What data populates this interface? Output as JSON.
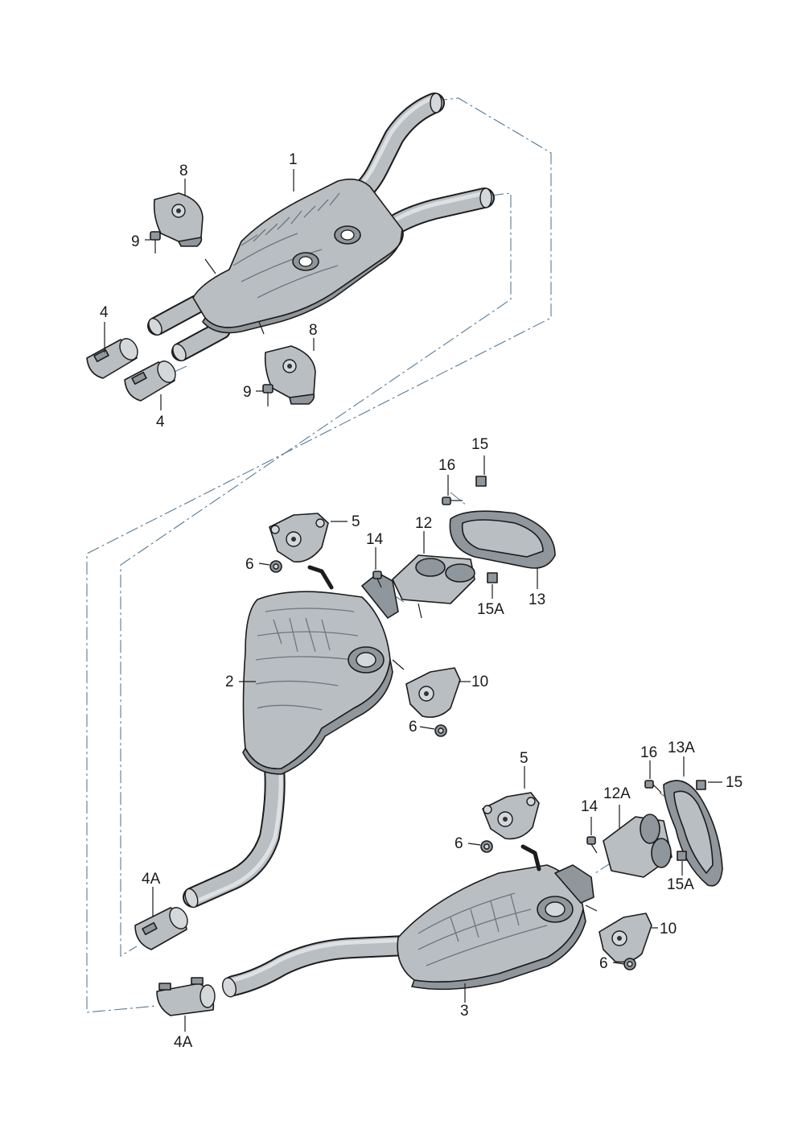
{
  "labels": {
    "p1": "1",
    "p2": "2",
    "p3": "3",
    "p4_a": "4",
    "p4_b": "4",
    "p4A_a": "4A",
    "p4A_b": "4A",
    "p5_a": "5",
    "p5_b": "5",
    "p6_a": "6",
    "p6_b": "6",
    "p6_c": "6",
    "p6_d": "6",
    "p8_a": "8",
    "p8_b": "8",
    "p9_a": "9",
    "p9_b": "9",
    "p10_a": "10",
    "p10_b": "10",
    "p12": "12",
    "p12A": "12A",
    "p13": "13",
    "p13A": "13A",
    "p14_a": "14",
    "p14_b": "14",
    "p15_a": "15",
    "p15_b": "15",
    "p15A_a": "15A",
    "p15A_b": "15A",
    "p16_a": "16",
    "p16_b": "16"
  },
  "colors": {
    "part_fill": "#b9bec3",
    "outline": "#1c1c1c",
    "assembly_line": "#5a7a92"
  }
}
